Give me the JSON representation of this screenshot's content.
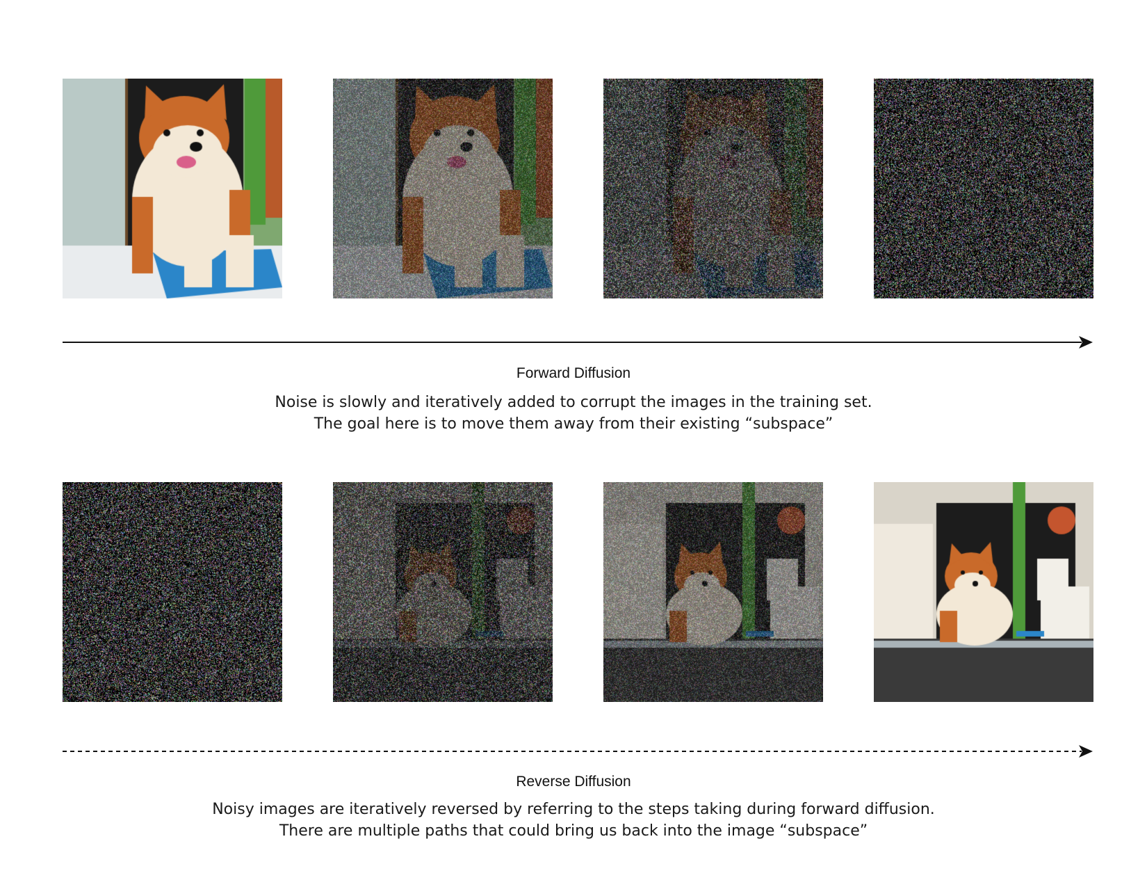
{
  "forward": {
    "title": "Forward Diffusion",
    "lines": [
      "Noise is slowly and iteratively added to corrupt the images in the training set.",
      "The goal here is to move them away from their existing “subspace”"
    ],
    "arrow_style": "solid",
    "noise_levels": [
      0.0,
      0.45,
      0.78,
      1.0
    ]
  },
  "reverse": {
    "title": "Reverse Diffusion",
    "lines": [
      "Noisy images are iteratively reversed by referring to the steps taking during forward diffusion.",
      "There are multiple paths that could bring us back into the image “subspace”"
    ],
    "arrow_style": "dashed",
    "noise_levels": [
      1.0,
      0.72,
      0.42,
      0.0
    ]
  },
  "colors": {
    "ink": "#111111",
    "dog_orange": "#c96a2a",
    "dog_cream": "#f3e8d6",
    "shop_green": "#4f9a3a",
    "window_dark": "#1c1c1c",
    "mat_blue": "#2b86c9"
  },
  "icons": [
    "arrow-right-icon"
  ]
}
